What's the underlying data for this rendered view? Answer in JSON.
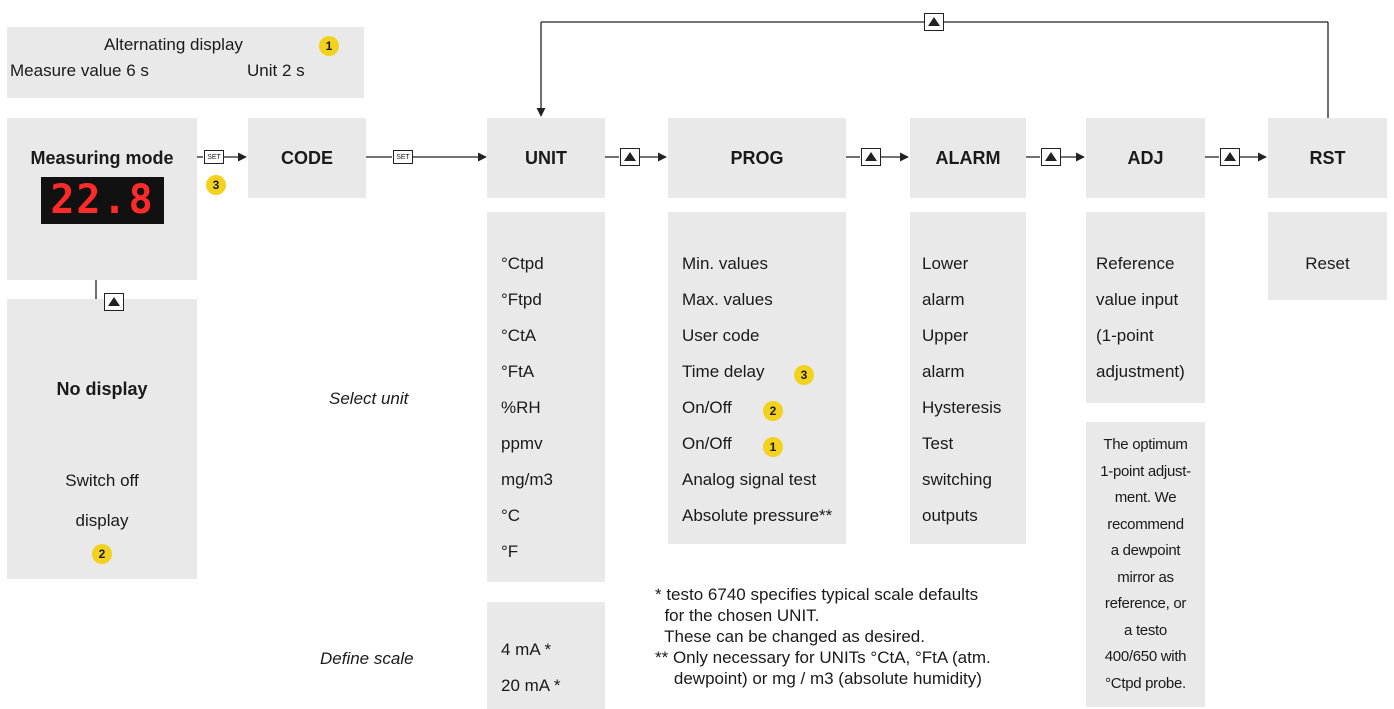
{
  "top_box": {
    "line1": "Alternating display",
    "line2_left": "Measure value 6 s",
    "line2_right": "Unit 2 s",
    "badge": "1"
  },
  "measuring": {
    "title": "Measuring mode",
    "readout": "22.8",
    "badge": "3",
    "set_label": "SET"
  },
  "no_display": {
    "title": "No display",
    "sub1": "Switch off",
    "sub2": "display",
    "badge": "2"
  },
  "menus": {
    "code": "CODE",
    "unit": "UNIT",
    "prog": "PROG",
    "alarm": "ALARM",
    "adj": "ADJ",
    "rst": "RST"
  },
  "unit_list": [
    "°Ctpd",
    "°Ftpd",
    "°CtA",
    "°FtA",
    "%RH",
    "ppmv",
    "mg/m3",
    "°C",
    "°F"
  ],
  "prog_list": [
    "Min. values",
    "Max. values",
    "User code",
    "Time delay",
    "On/Off",
    "On/Off",
    "Analog signal test",
    "Absolute pressure**"
  ],
  "prog_badges": {
    "time_delay": "3",
    "onoff_a": "2",
    "onoff_b": "1"
  },
  "alarm_list": [
    "Lower",
    "alarm",
    "Upper",
    "alarm",
    "Hysteresis",
    "Test",
    "switching",
    "outputs"
  ],
  "adj_list": [
    "Reference",
    "value input",
    "(1-point",
    "adjustment)"
  ],
  "adj_note": [
    "The optimum",
    "1-point adjust-",
    "ment. We",
    "recommend",
    "a dewpoint",
    "mirror as",
    "reference, or",
    "a testo",
    "400/650 with",
    "°Ctpd probe."
  ],
  "rst_list": [
    "Reset"
  ],
  "labels": {
    "select_unit": "Select unit",
    "define_scale": "Define scale"
  },
  "scale_list": [
    "4 mA *",
    "20 mA *"
  ],
  "footnotes": [
    "* testo 6740 specifies typical scale defaults",
    "  for the chosen UNIT.",
    "  These can be changed as desired.",
    "** Only necessary for UNITs °CtA, °FtA (atm.",
    "    dewpoint) or mg / m3 (absolute humidity)"
  ],
  "colors": {
    "panel": "#e9e9e9",
    "badge": "#f2d21c",
    "led": "#ff2a2a"
  }
}
